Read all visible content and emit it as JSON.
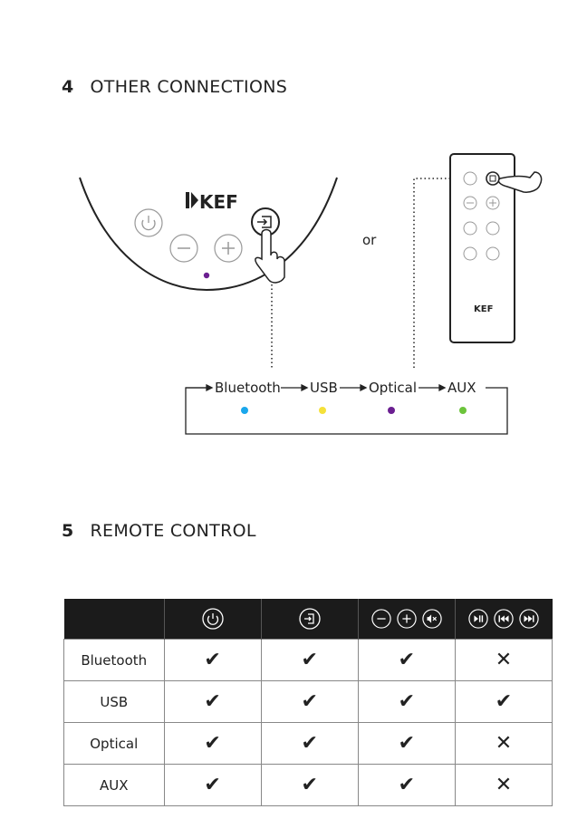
{
  "section4": {
    "number": "4",
    "title": "OTHER CONNECTIONS"
  },
  "section5": {
    "number": "5",
    "title": "REMOTE CONTROL"
  },
  "diagram": {
    "brand": "KEF",
    "or_label": "or",
    "sequence": [
      {
        "label": "Bluetooth",
        "color": "#1aa7ec"
      },
      {
        "label": "USB",
        "color": "#f5e13a"
      },
      {
        "label": "Optical",
        "color": "#6b1f91"
      },
      {
        "label": "AUX",
        "color": "#6cc43b"
      }
    ],
    "speaker_led_color": "#6b1f91"
  },
  "table": {
    "columns": [
      "",
      "power-icon",
      "source-icon",
      "volume-icons",
      "transport-icons"
    ],
    "rows": [
      {
        "source": "Bluetooth",
        "cells": [
          "✔",
          "✔",
          "✔",
          "✕"
        ]
      },
      {
        "source": "USB",
        "cells": [
          "✔",
          "✔",
          "✔",
          "✔"
        ]
      },
      {
        "source": "Optical",
        "cells": [
          "✔",
          "✔",
          "✔",
          "✕"
        ]
      },
      {
        "source": "AUX",
        "cells": [
          "✔",
          "✔",
          "✔",
          "✕"
        ]
      }
    ]
  }
}
